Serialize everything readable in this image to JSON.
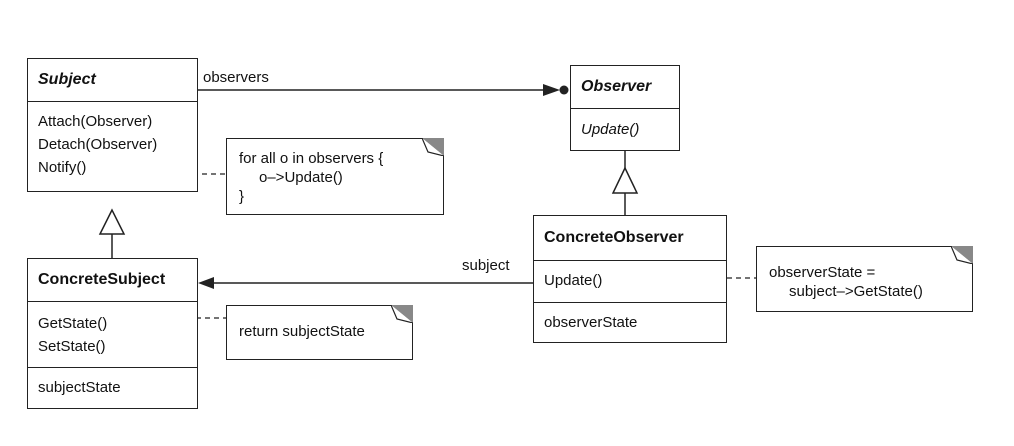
{
  "subject": {
    "name": "Subject",
    "operations": [
      "Attach(Observer)",
      "Detach(Observer)",
      "Notify()"
    ]
  },
  "observer": {
    "name": "Observer",
    "operations": [
      "Update()"
    ]
  },
  "concrete_subject": {
    "name": "ConcreteSubject",
    "operations": [
      "GetState()",
      "SetState()"
    ],
    "attributes": [
      "subjectState"
    ]
  },
  "concrete_observer": {
    "name": "ConcreteObserver",
    "operations": [
      "Update()"
    ],
    "attributes": [
      "observerState"
    ]
  },
  "notes": {
    "notify": [
      "for all o in observers {",
      "o–>Update()",
      "}"
    ],
    "get_state": [
      "return subjectState"
    ],
    "update": [
      "observerState =",
      "subject–>GetState()"
    ]
  },
  "associations": {
    "observers_label": "observers",
    "subject_label": "subject"
  }
}
